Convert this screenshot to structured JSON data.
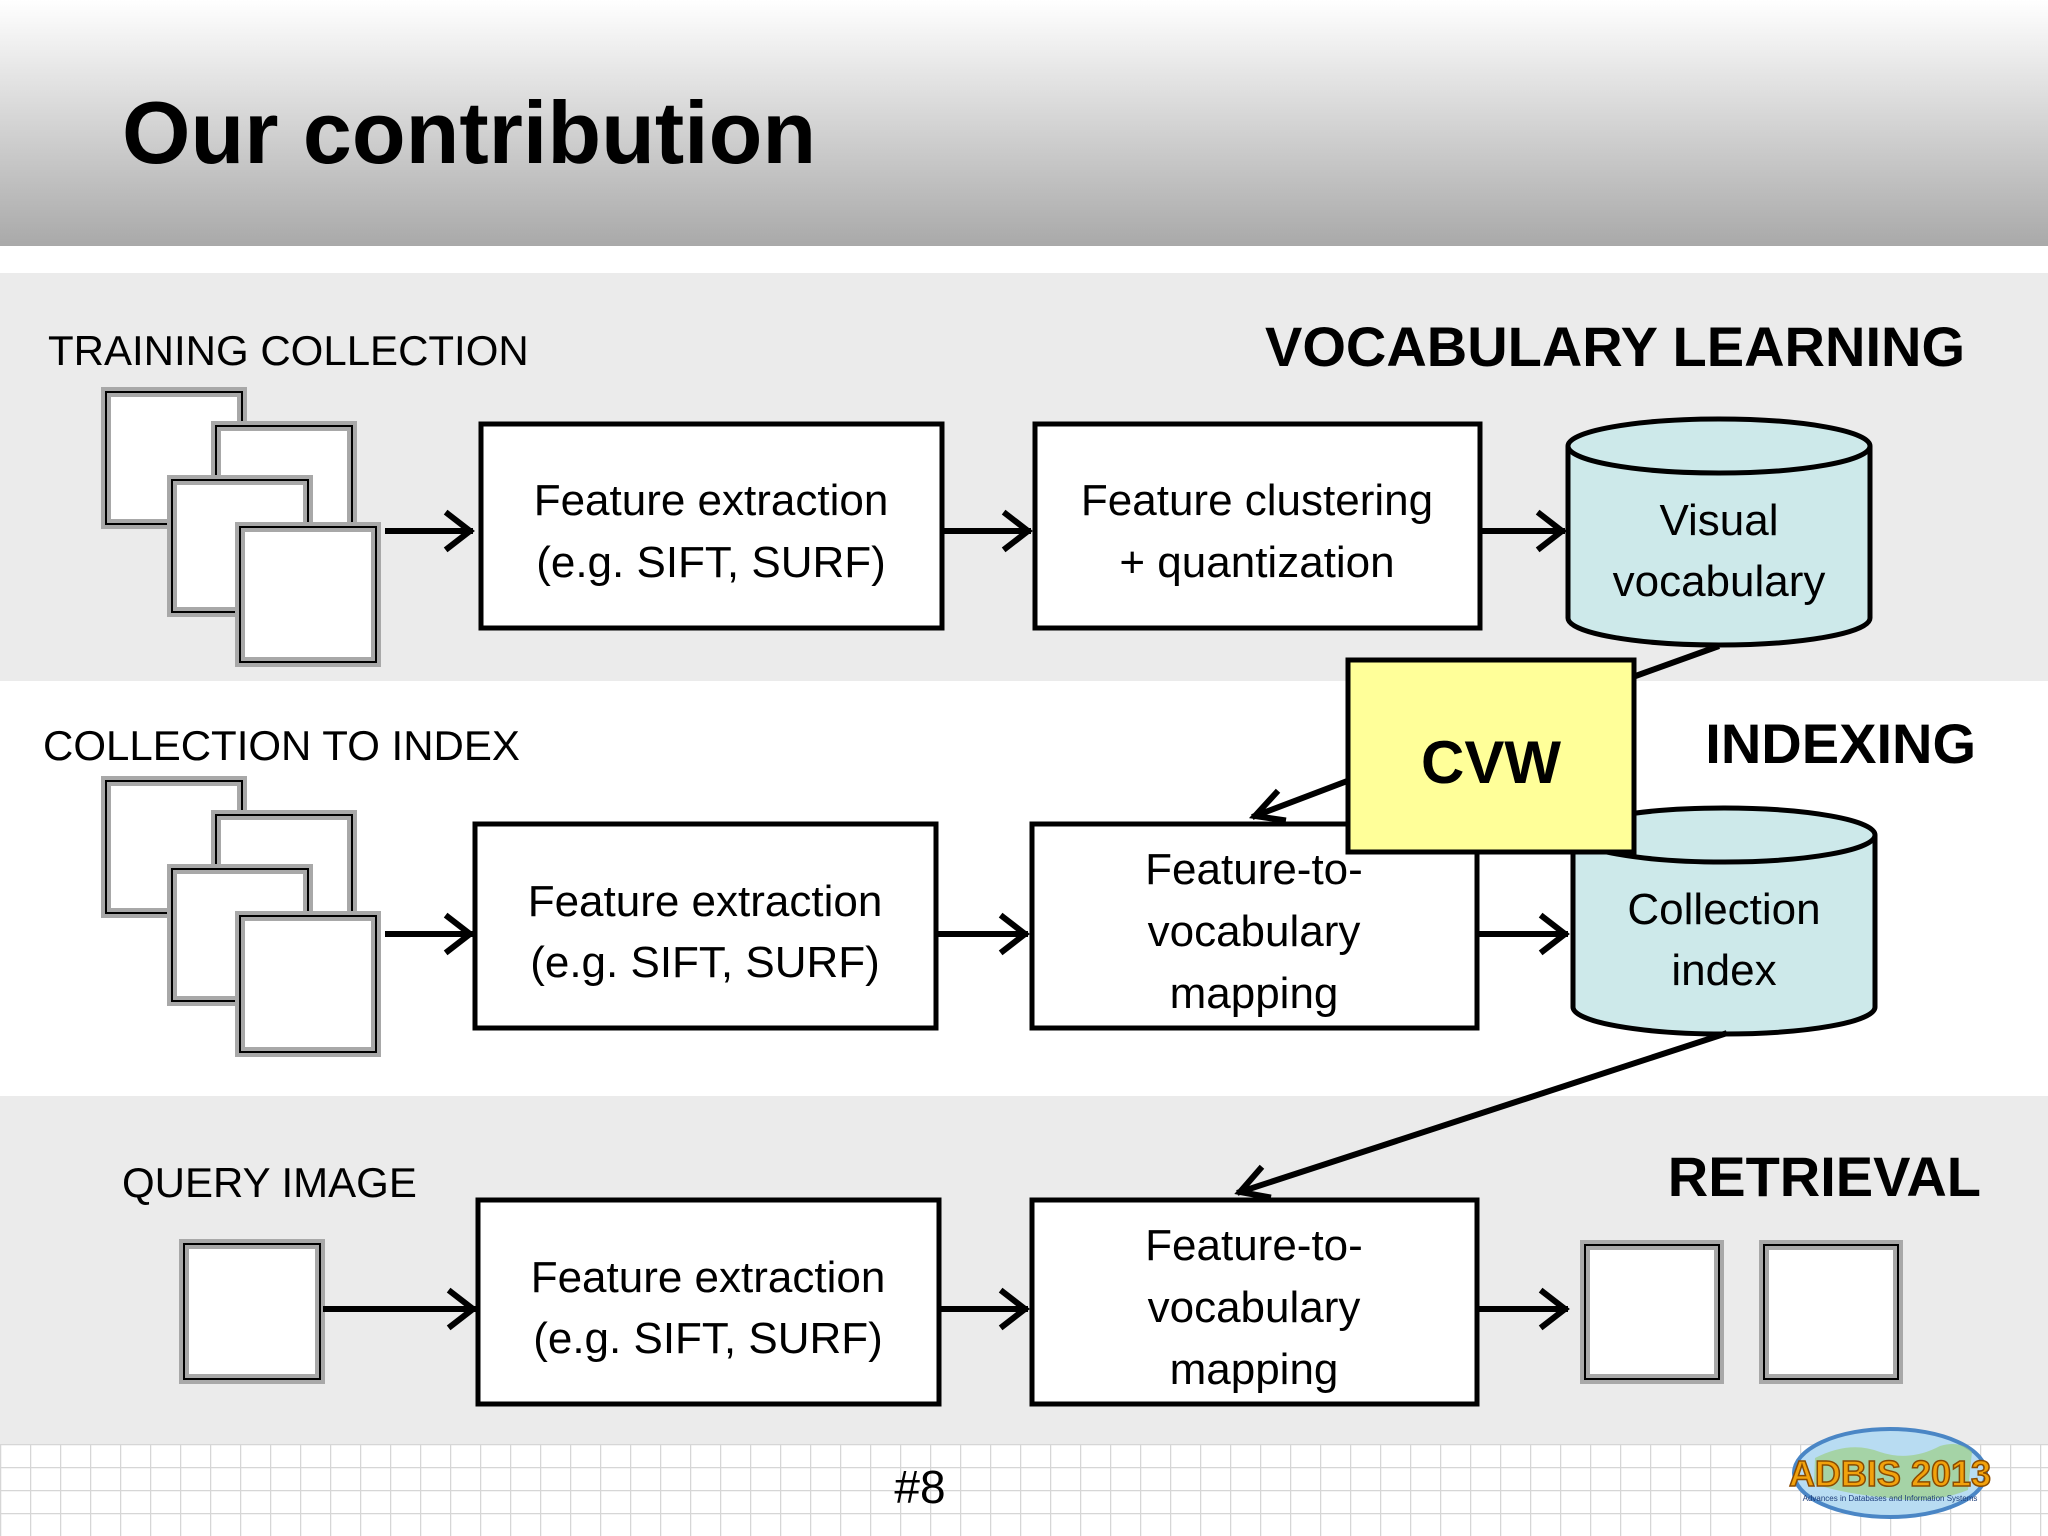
{
  "slide": {
    "title": "Our contribution",
    "page_number": "#8"
  },
  "logo": {
    "name": "ADBIS 2013",
    "subtitle": "Advances in Databases and Information Systems"
  },
  "rows": {
    "learning": {
      "source_label": "TRAINING COLLECTION",
      "stage_label": "VOCABULARY LEARNING",
      "step1": [
        "Feature extraction",
        "(e.g. SIFT, SURF)"
      ],
      "step2": [
        "Feature clustering",
        "+ quantization"
      ],
      "output": [
        "Visual",
        "vocabulary"
      ]
    },
    "indexing": {
      "source_label": "COLLECTION TO INDEX",
      "stage_label": "INDEXING",
      "step1": [
        "Feature extraction",
        "(e.g. SIFT, SURF)"
      ],
      "step2": [
        "Feature-to-",
        "vocabulary",
        "mapping"
      ],
      "output": [
        "Collection",
        "index"
      ]
    },
    "retrieval": {
      "source_label": "QUERY IMAGE",
      "stage_label": "RETRIEVAL",
      "step1": [
        "Feature extraction",
        "(e.g. SIFT, SURF)"
      ],
      "step2": [
        "Feature-to-",
        "vocabulary",
        "mapping"
      ]
    }
  },
  "cvw": {
    "label": "CVW"
  },
  "colors": {
    "title_band_top": "#ffffff",
    "title_band_bottom": "#a9a9a9",
    "band_gray": "#ebebeb",
    "cylinder_fill": "#cde9ea",
    "cvw_fill": "#ffff99",
    "image_frame": "#a8a8a8",
    "stroke": "#000000"
  }
}
